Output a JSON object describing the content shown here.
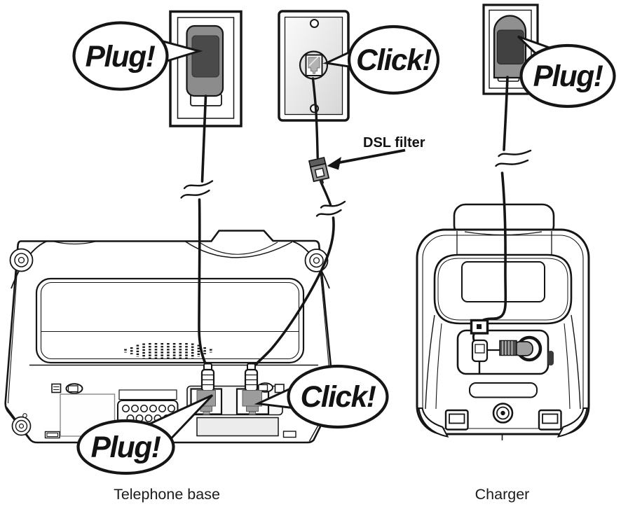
{
  "callouts": {
    "outlet_left": "Plug!",
    "wall_jack": "Click!",
    "outlet_right": "Plug!",
    "base_power": "Plug!",
    "base_line": "Click!"
  },
  "annotations": {
    "dsl_filter": "DSL filter"
  },
  "captions": {
    "telephone_base": "Telephone base",
    "charger": "Charger"
  },
  "colors": {
    "line": "#151515",
    "adapter_body": "#8c8c8c",
    "adapter_face": "#4a4a4a",
    "plug_gray": "#9c9c9c",
    "dsl_filter_top": "#5e5e5e",
    "dsl_filter_body": "#9a9a9a",
    "barrel_plug": "#9f9f9f"
  }
}
